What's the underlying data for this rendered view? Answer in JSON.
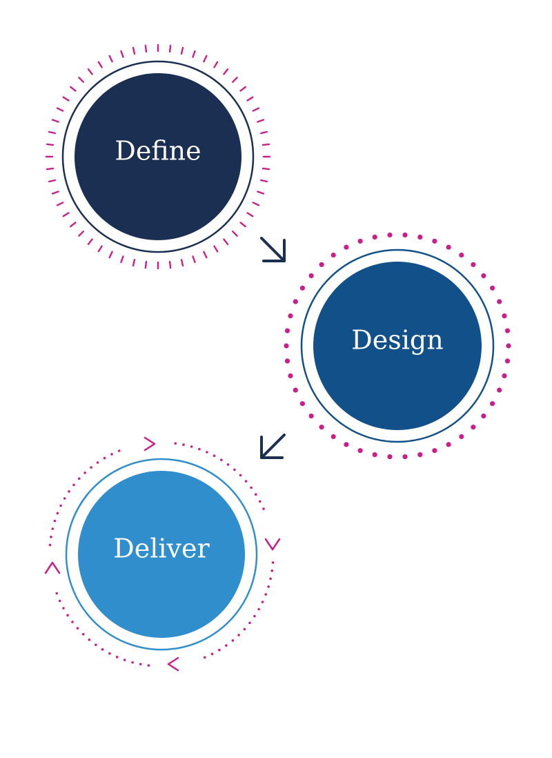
{
  "diagram": {
    "stages": [
      {
        "label": "Define",
        "fill": "#1a2f52",
        "ring": "#1a2f52",
        "decoration": "tick-marks"
      },
      {
        "label": "Design",
        "fill": "#12508a",
        "ring": "#12508a",
        "decoration": "dotted-ring"
      },
      {
        "label": "Deliver",
        "fill": "#318ecd",
        "ring": "#318ecd",
        "decoration": "cycle-arrows"
      }
    ],
    "connectors": [
      {
        "from": "Define",
        "to": "Design",
        "icon": "arrow-down-right-icon",
        "color": "#1a2f52"
      },
      {
        "from": "Design",
        "to": "Deliver",
        "icon": "arrow-down-left-icon",
        "color": "#1a2f52"
      }
    ],
    "accent": "#c81f8a"
  }
}
